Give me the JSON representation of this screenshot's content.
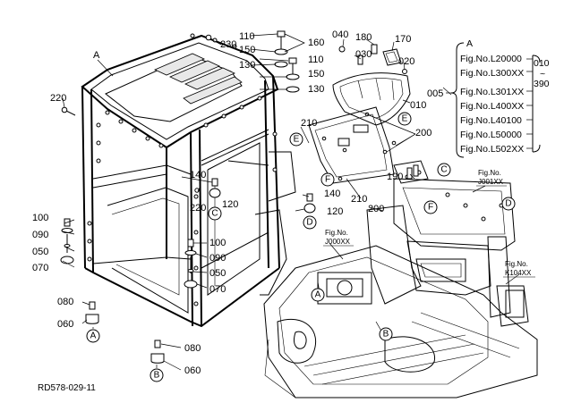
{
  "drawing_code": "RD578-029-11",
  "labels": {
    "l110a": "110",
    "l150a": "150",
    "l130a": "130",
    "l160": "160",
    "l110b": "110",
    "l150b": "150",
    "l130b": "130",
    "l230": "230",
    "l220a": "220",
    "l220b": "220",
    "l040": "040",
    "l180": "180",
    "l170": "170",
    "l030": "030",
    "l020": "020",
    "l010": "010",
    "l005": "005",
    "l210a": "210",
    "l210b": "210",
    "l200a": "200",
    "l200b": "200",
    "l190": "190",
    "l140a": "140",
    "l120a": "120",
    "l140b": "140",
    "l120b": "120",
    "l100a": "100",
    "l090a": "090",
    "l050a": "050",
    "l070a": "070",
    "l100b": "100",
    "l090b": "090",
    "l050b": "050",
    "l070b": "070",
    "l080a": "080",
    "l060a": "060",
    "l080b": "080",
    "l060b": "060"
  },
  "cab_letter": "A",
  "callouts": {
    "A": "A",
    "B": "B",
    "C": "C",
    "D": "D",
    "E": "E",
    "F": "F"
  },
  "fig_refs": {
    "j001": "Fig.No.\nJ001XX",
    "j000": "Fig.No.\nJ000XX",
    "k104": "Fig.No.\nK104XX"
  },
  "fig_list": {
    "header": "A",
    "items": [
      "Fig.No.L20000",
      "Fig.No.L300XX",
      "Fig.No.L301XX",
      "Fig.No.L400XX",
      "Fig.No.L40100",
      "Fig.No.L50000",
      "Fig.No.L502XX"
    ],
    "range_from": "010",
    "range_tilde": "~",
    "range_to": "390"
  }
}
